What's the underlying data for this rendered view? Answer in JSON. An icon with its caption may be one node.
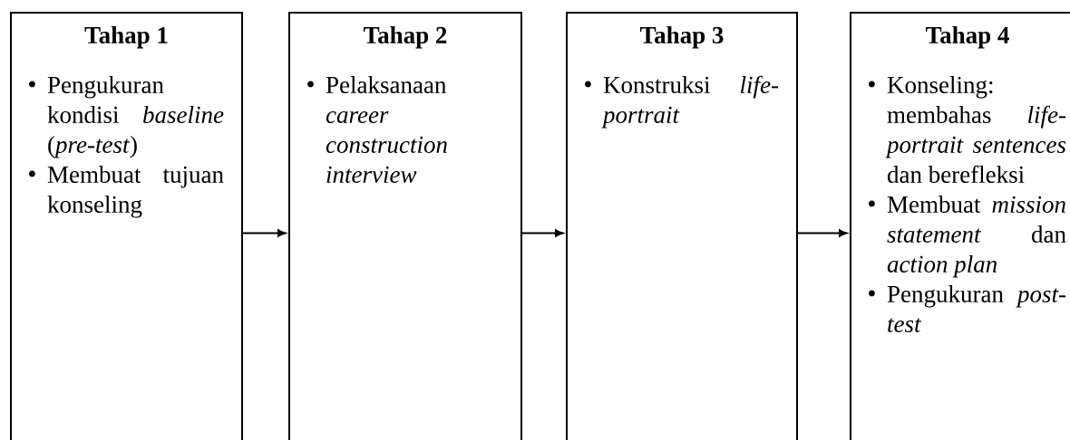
{
  "diagram": {
    "nodes": [
      {
        "text": [
          "Tahap 1",
          "Pengukuran kondisi *baseline* (*pre-test*)",
          "Membuat tujuan konseling"
        ]
      },
      {
        "text": [
          "Tahap 2",
          "Pelaksanaan *career construction interview*"
        ]
      },
      {
        "text": [
          "Tahap 3",
          "Konstruksi *life-portrait*"
        ]
      },
      {
        "text": [
          "Tahap 4",
          "Konseling: membahas *life-portrait sentences* dan berefleksi",
          "Membuat *mission statement* dan *action plan*",
          "Pengukuran *post-test*"
        ]
      }
    ],
    "edges": [
      {
        "from": 0,
        "to": 1,
        "arrow": "to"
      },
      {
        "from": 1,
        "to": 2,
        "arrow": "to"
      },
      {
        "from": 2,
        "to": 3,
        "arrow": "to"
      }
    ]
  }
}
